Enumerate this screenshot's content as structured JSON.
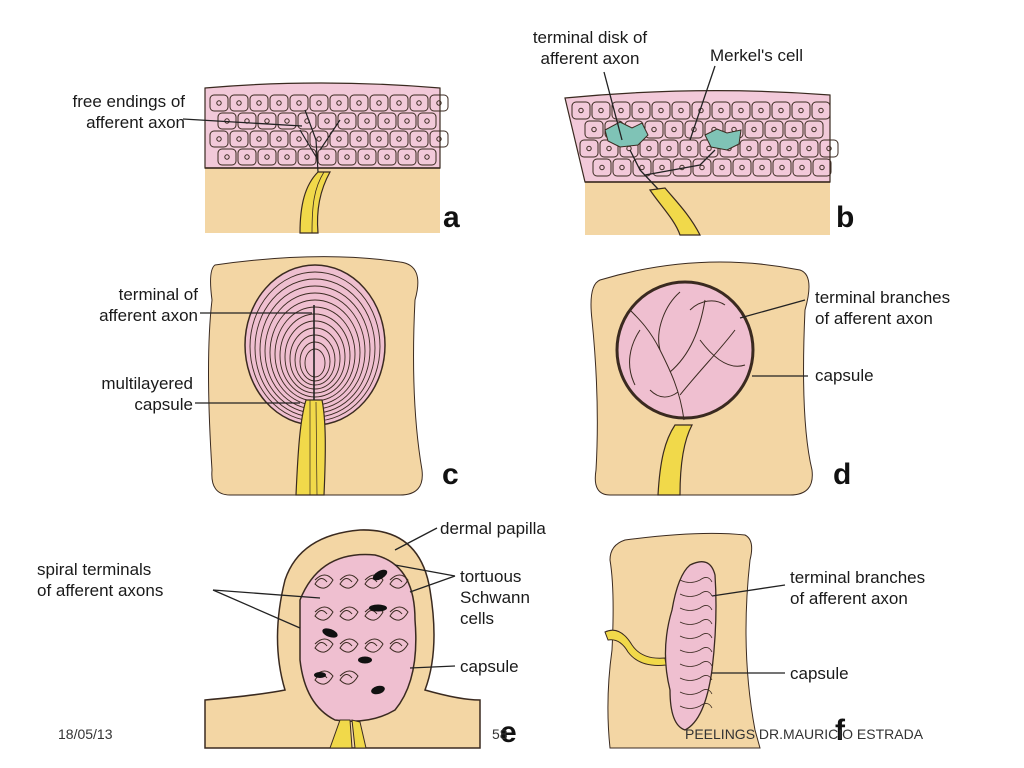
{
  "colors": {
    "tissue": "#f3d6a4",
    "epidermis": "#f2c9d9",
    "nerve": "#f1d94a",
    "merkel": "#7fc3b6",
    "outline": "#3a2a20",
    "pink_capsule": "#efbfd0"
  },
  "panels": {
    "a": {
      "letter": "a",
      "label_free_endings": [
        "free endings of",
        "afferent axon"
      ]
    },
    "b": {
      "letter": "b",
      "label_terminal_disk": [
        "terminal disk of",
        "afferent axon"
      ],
      "label_merkel": "Merkel's cell"
    },
    "c": {
      "letter": "c",
      "label_terminal": [
        "terminal of",
        "afferent axon"
      ],
      "label_capsule": [
        "multilayered",
        "capsule"
      ]
    },
    "d": {
      "letter": "d",
      "label_branches": [
        "terminal branches",
        "of afferent axon"
      ],
      "label_capsule": "capsule"
    },
    "e": {
      "letter": "e",
      "label_papilla": "dermal papilla",
      "label_spiral": [
        "spiral terminals",
        "of afferent axons"
      ],
      "label_schwann": [
        "tortuous",
        "Schwann",
        "cells"
      ],
      "label_capsule": "capsule"
    },
    "f": {
      "letter": "f",
      "label_branches": [
        "terminal branches",
        "of afferent axon"
      ],
      "label_capsule": "capsule"
    }
  },
  "footer": {
    "date": "18/05/13",
    "page": "58",
    "author": "PEELINGS  DR.MAURICIO ESTRADA"
  }
}
